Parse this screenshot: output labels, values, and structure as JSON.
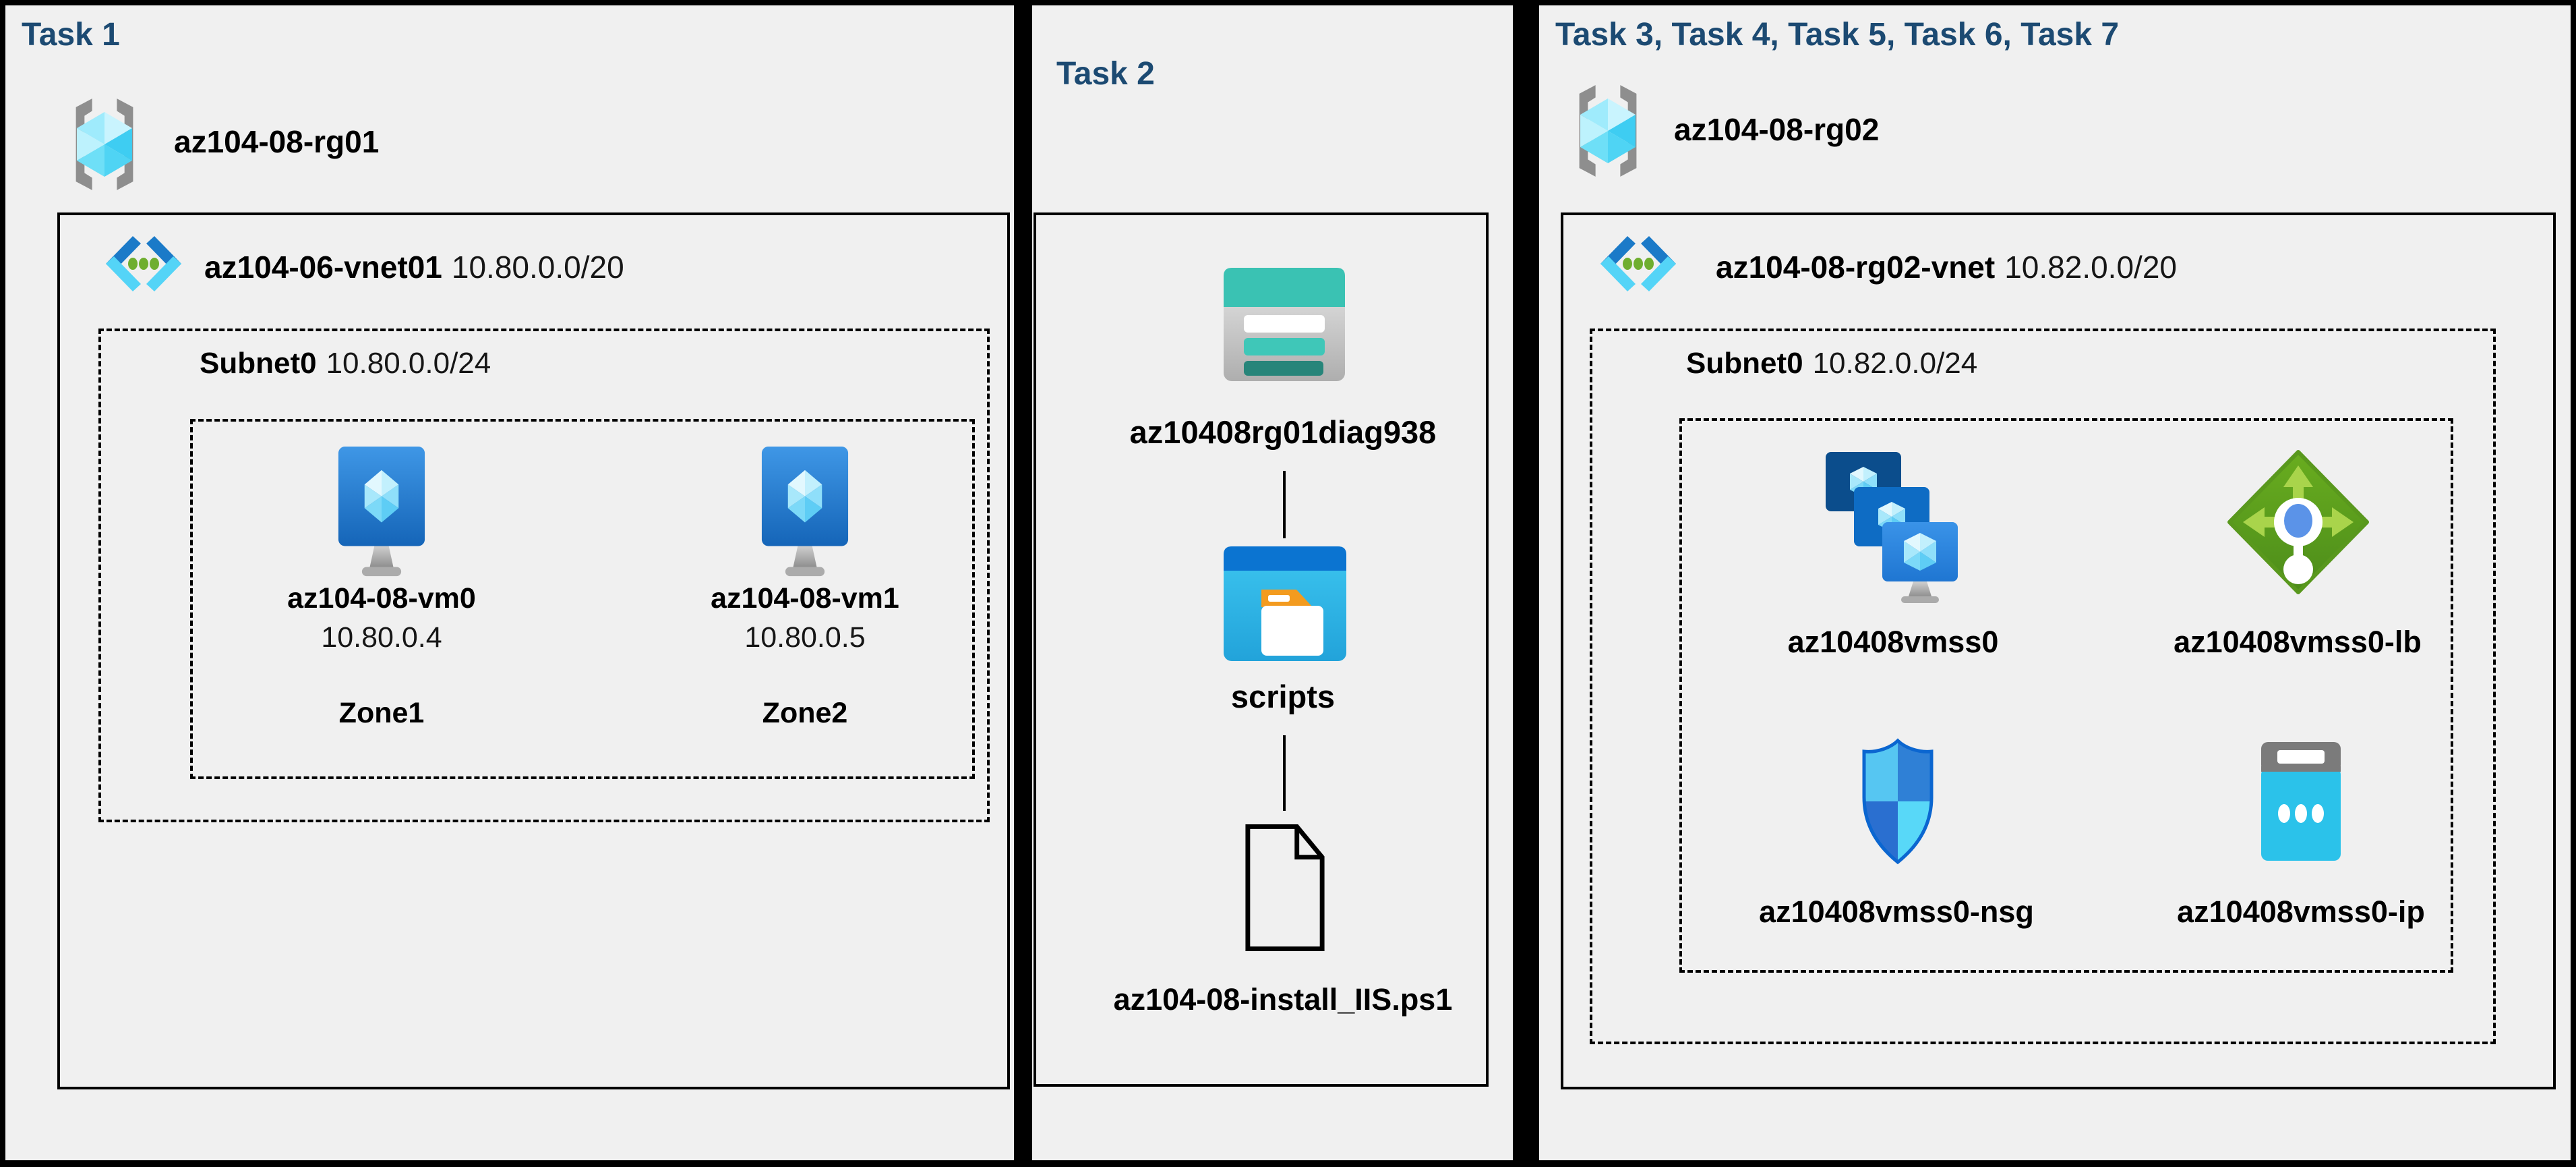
{
  "colors": {
    "background": "#000000",
    "panel": "#f0f0f0",
    "title_blue": "#1c4a72",
    "teal": "#3ac2b3",
    "container_blue": "#0b74d1",
    "lb_green": "#5d9e1d",
    "ip_cyan": "#2bc2ea"
  },
  "task1": {
    "title": "Task 1",
    "resource_group": "az104-08-rg01",
    "vnet_name": "az104-06-vnet01",
    "vnet_cidr": "10.80.0.0/20",
    "subnet_name": "Subnet0",
    "subnet_cidr": "10.80.0.0/24",
    "vms": [
      {
        "name": "az104-08-vm0",
        "ip": "10.80.0.4",
        "zone": "Zone1"
      },
      {
        "name": "az104-08-vm1",
        "ip": "10.80.0.5",
        "zone": "Zone2"
      }
    ]
  },
  "task2": {
    "title": "Task 2",
    "storage_account": "az10408rg01diag938",
    "container": "scripts",
    "file": "az104-08-install_IIS.ps1"
  },
  "task3": {
    "title": "Task 3, Task 4, Task 5, Task 6, Task 7",
    "resource_group": "az104-08-rg02",
    "vnet_name": "az104-08-rg02-vnet",
    "vnet_cidr": "10.82.0.0/20",
    "subnet_name": "Subnet0",
    "subnet_cidr": "10.82.0.0/24",
    "resources": [
      {
        "name": "az10408vmss0",
        "type": "virtual-machine-scale-set"
      },
      {
        "name": "az10408vmss0-lb",
        "type": "load-balancer"
      },
      {
        "name": "az10408vmss0-nsg",
        "type": "network-security-group"
      },
      {
        "name": "az10408vmss0-ip",
        "type": "public-ip-address"
      }
    ]
  }
}
